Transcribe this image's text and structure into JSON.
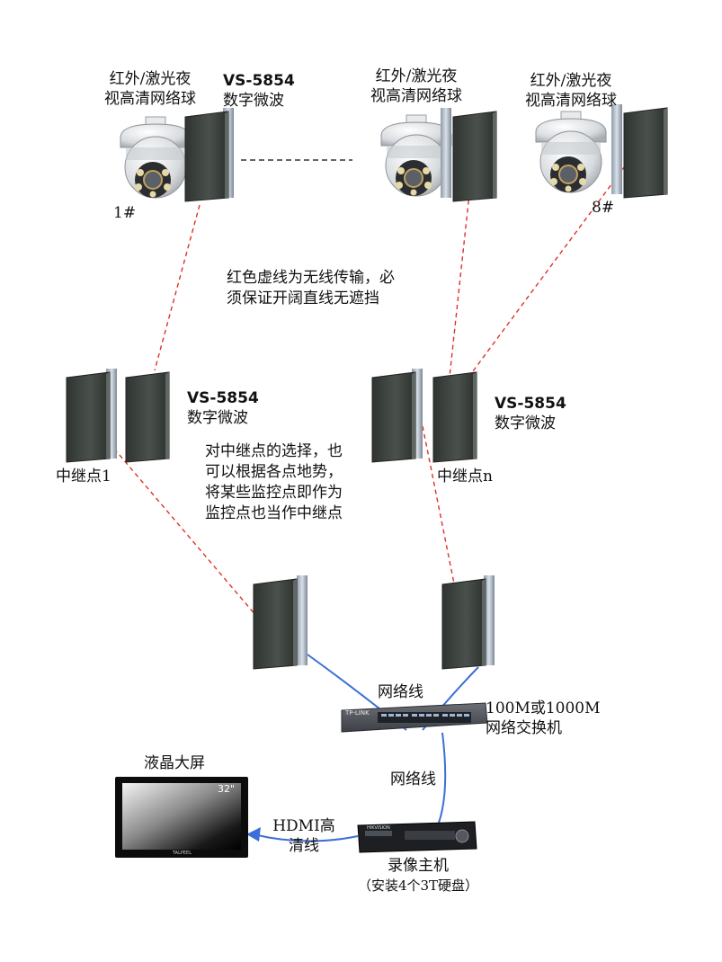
{
  "cameras": [
    {
      "label_line1": "红外/激光夜",
      "label_line2": "视高清网络球",
      "tag": "1#"
    },
    {
      "label_line1": "红外/激光夜",
      "label_line2": "视高清网络球",
      "tag": ""
    },
    {
      "label_line1": "红外/激光夜",
      "label_line2": "视高清网络球",
      "tag": "8#"
    }
  ],
  "microwave_top": {
    "model": "VS-5854",
    "name": "数字微波"
  },
  "relay_left": {
    "model": "VS-5854",
    "name": "数字微波",
    "label": "中继点1"
  },
  "relay_right": {
    "model": "VS-5854",
    "name": "数字微波",
    "label": "中继点n"
  },
  "notes": {
    "wireless_line1": "红色虚线为无线传输，必",
    "wireless_line2": "须保证开阔直线无遮挡",
    "relay_line1": "对中继点的选择，也",
    "relay_line2": "可以根据各点地势，",
    "relay_line3": "将某些监控点即作为",
    "relay_line4": "监控点也当作中继点"
  },
  "switch": {
    "label_line1": "100M或1000M",
    "label_line2": "网络交换机",
    "brand": "TP-LINK"
  },
  "cable_labels": {
    "top": "网络线",
    "bottom": "网络线",
    "hdmi_line1": "HDMI高",
    "hdmi_line2": "清线"
  },
  "monitor": {
    "label": "液晶大屏",
    "size": "32\"",
    "brand": "TALPEEL"
  },
  "nvr": {
    "label_line1": "录像主机",
    "label_line2": "（安装4个3T硬盘）",
    "brand": "HIKVISION"
  },
  "colors": {
    "wireless": "#e0302a",
    "cable": "#3c6fd6",
    "antenna": "#3f4541"
  }
}
